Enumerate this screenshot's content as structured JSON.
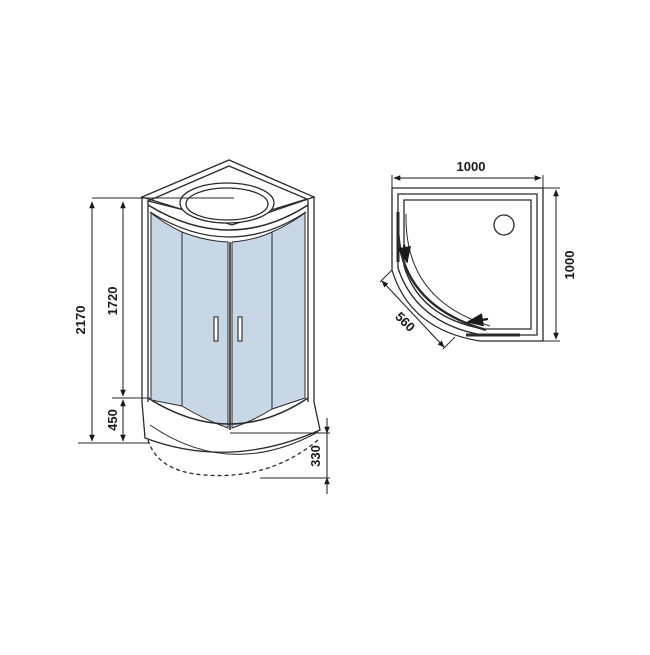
{
  "front_view": {
    "dimensions": {
      "total_height": "2170",
      "glass_height": "1720",
      "tray_height": "450",
      "tray_depth": "330"
    }
  },
  "plan_view": {
    "dimensions": {
      "width": "1000",
      "depth": "1000",
      "door_opening": "560"
    }
  },
  "colors": {
    "line": "#2a2a2a",
    "glass": "#c7d7e6",
    "background": "#ffffff"
  }
}
